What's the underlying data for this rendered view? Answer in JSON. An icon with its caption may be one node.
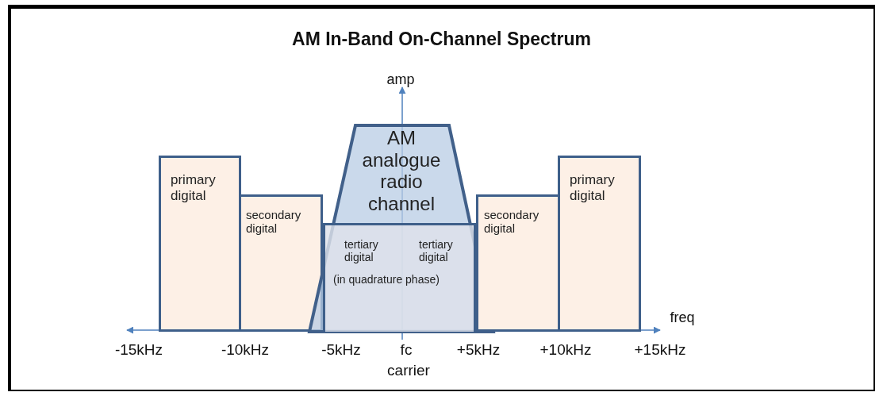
{
  "diagram": {
    "title": "AM In-Band On-Channel Spectrum",
    "nodes": [
      {
        "text": [
          "primary digital"
        ]
      },
      {
        "text": [
          "secondary digital"
        ]
      },
      {
        "text": [
          "AM analogue radio channel"
        ]
      },
      {
        "text": [
          "tertiary digital",
          "tertiary digital",
          "(in quadrature phase)"
        ],
        "in": 2
      },
      {
        "text": [
          "secondary digital"
        ]
      },
      {
        "text": [
          "primary digital"
        ]
      }
    ],
    "edges": [],
    "labels": [
      "amp",
      "freq",
      "-15kHz",
      "-10kHz",
      "-5kHz",
      "fc",
      "+5kHz",
      "+10kHz",
      "+15kHz",
      "carrier"
    ]
  }
}
